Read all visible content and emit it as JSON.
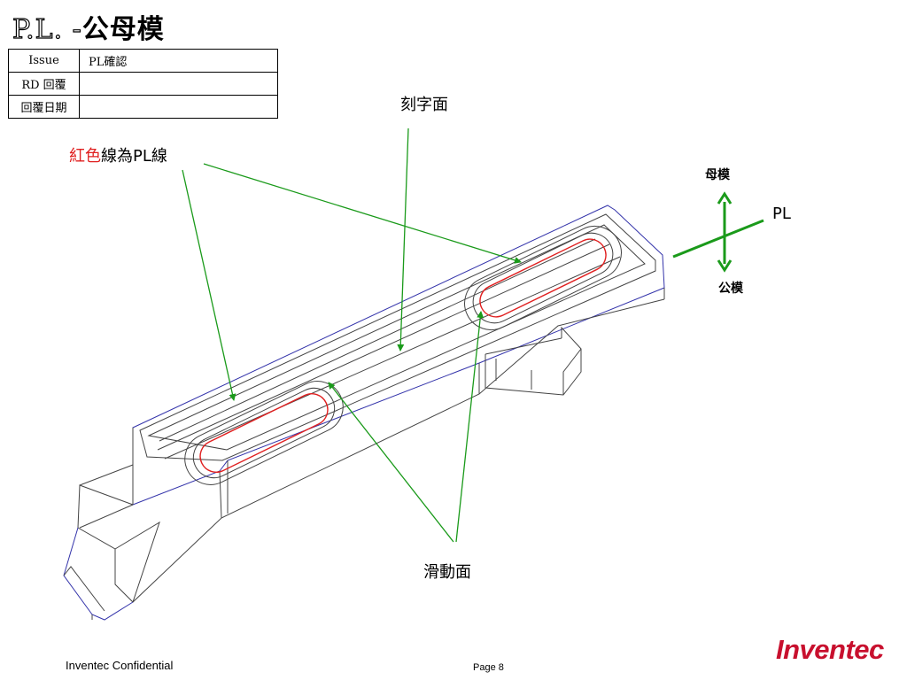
{
  "slide": {
    "title_prefix": "P.L. -",
    "title_cjk": "公母模",
    "table": [
      {
        "label": "Issue",
        "value": "PL確認"
      },
      {
        "label": "RD 回覆",
        "value": ""
      },
      {
        "label": "回覆日期",
        "value": ""
      }
    ],
    "annotations": {
      "engraving_face": "刻字面",
      "pl_line_red": "紅色",
      "pl_line_rest": "線為PL線",
      "sliding_face": "滑動面"
    },
    "direction": {
      "cavity": "母模",
      "core": "公模",
      "pl": "PL"
    },
    "footer": {
      "confidential": "Inventec Confidential",
      "page": "Page 8",
      "logo": "Inventec"
    },
    "colors": {
      "pl_red": "#e02020",
      "leader_green": "#1a9a1a",
      "logo_red": "#c8102e",
      "outline_blue": "#3333aa"
    }
  }
}
